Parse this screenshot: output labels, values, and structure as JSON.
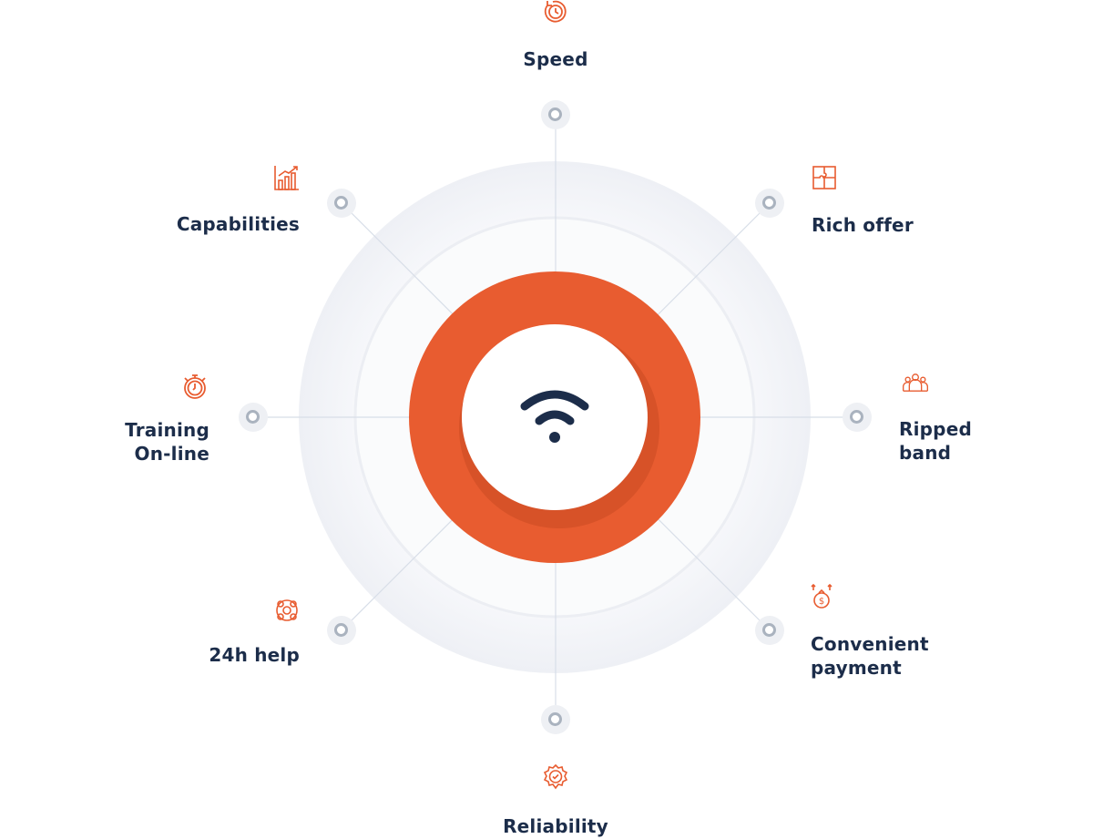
{
  "center": {
    "icon": "wifi-icon"
  },
  "colors": {
    "accent": "#e85c30",
    "text": "#1c2d4a",
    "node": "#aab3bf"
  },
  "features": [
    {
      "id": "speed",
      "label": "Speed",
      "icon": "stopwatch-refresh-icon"
    },
    {
      "id": "rich-offer",
      "label": "Rich offer",
      "icon": "puzzle-icon"
    },
    {
      "id": "ripped-band",
      "label": "Ripped band",
      "icon": "group-icon"
    },
    {
      "id": "convenient-payment",
      "label": "Convenient payment",
      "icon": "money-bag-icon"
    },
    {
      "id": "reliability",
      "label": "Reliability",
      "icon": "badge-check-icon"
    },
    {
      "id": "24h-help",
      "label": "24h help",
      "icon": "lifebuoy-icon"
    },
    {
      "id": "training-online",
      "label": "Training On-line",
      "icon": "timer-icon"
    },
    {
      "id": "capabilities",
      "label": "Capabilities",
      "icon": "bar-chart-growth-icon"
    }
  ]
}
